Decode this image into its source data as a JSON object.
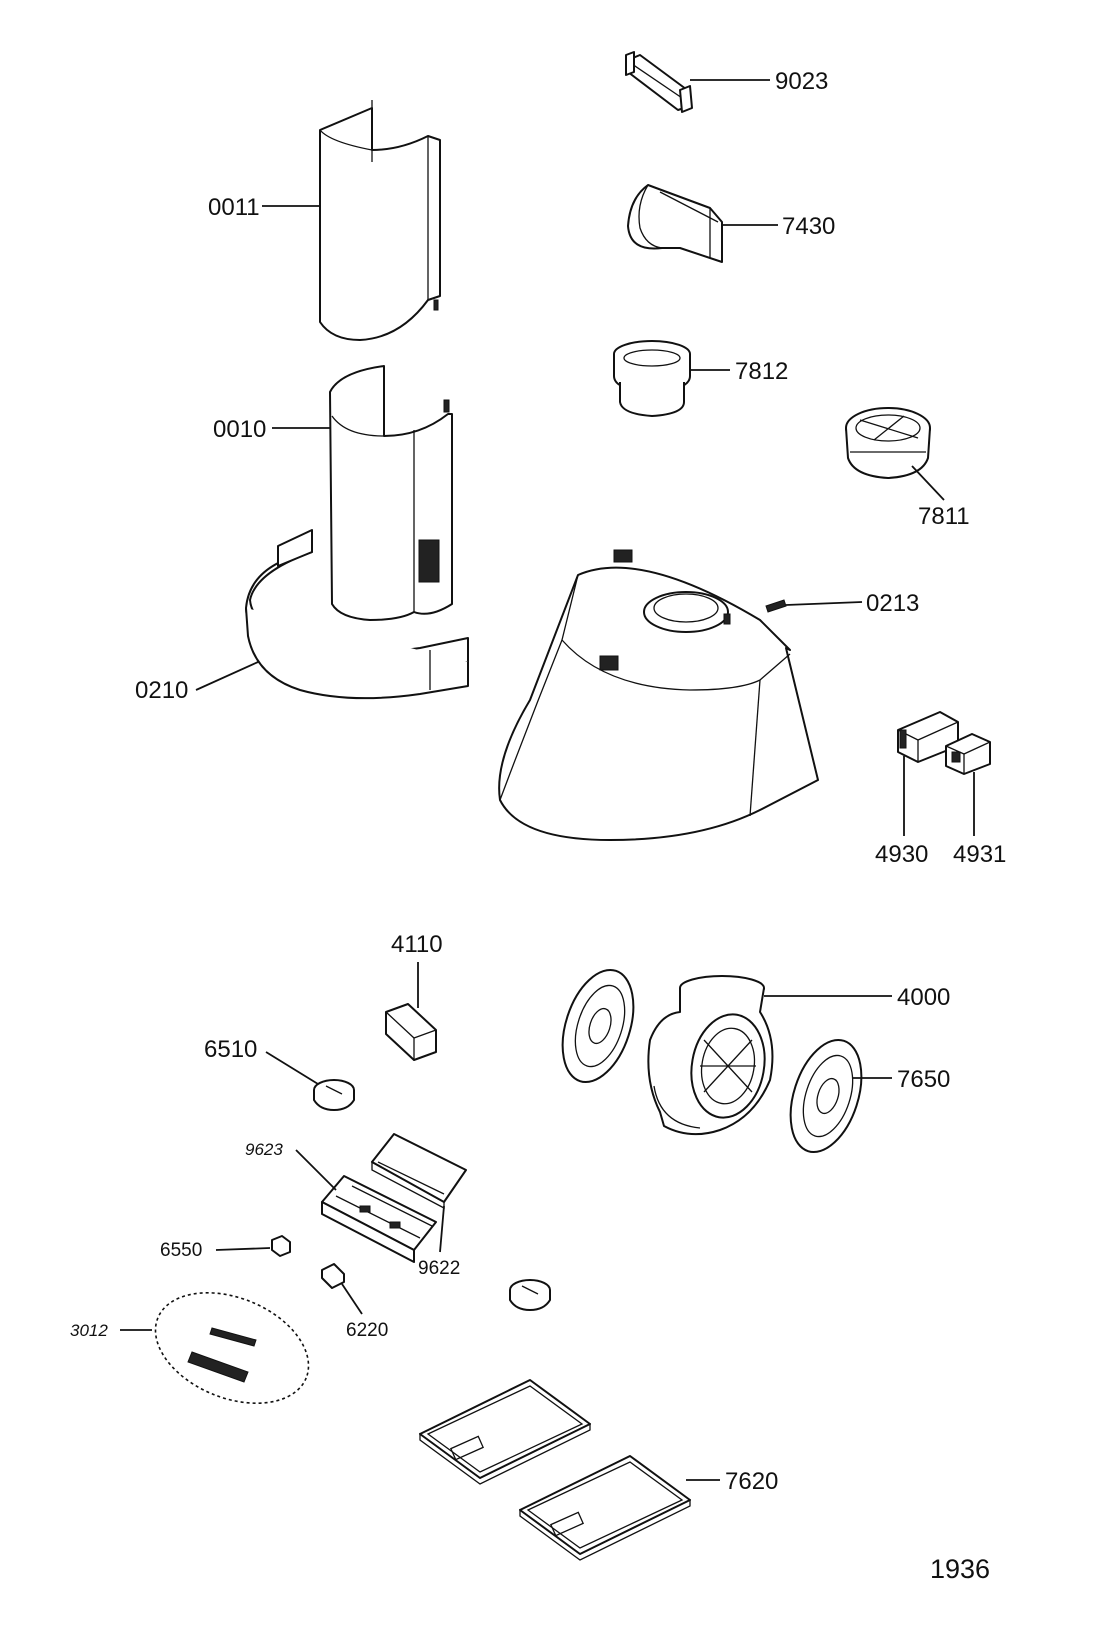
{
  "diagram": {
    "callouts": {
      "p9023": "9023",
      "p7430": "7430",
      "p0011": "0011",
      "p7812": "7812",
      "p0010": "0010",
      "p7811": "7811",
      "p0213": "0213",
      "p0210": "0210",
      "p4930": "4930",
      "p4931": "4931",
      "p4110": "4110",
      "p4000": "4000",
      "p6510": "6510",
      "p7650": "7650",
      "p9623": "9623",
      "p6550": "6550",
      "p9622": "9622",
      "p6220": "6220",
      "p3012": "3012",
      "p7620": "7620"
    },
    "reference_number": "1936"
  }
}
